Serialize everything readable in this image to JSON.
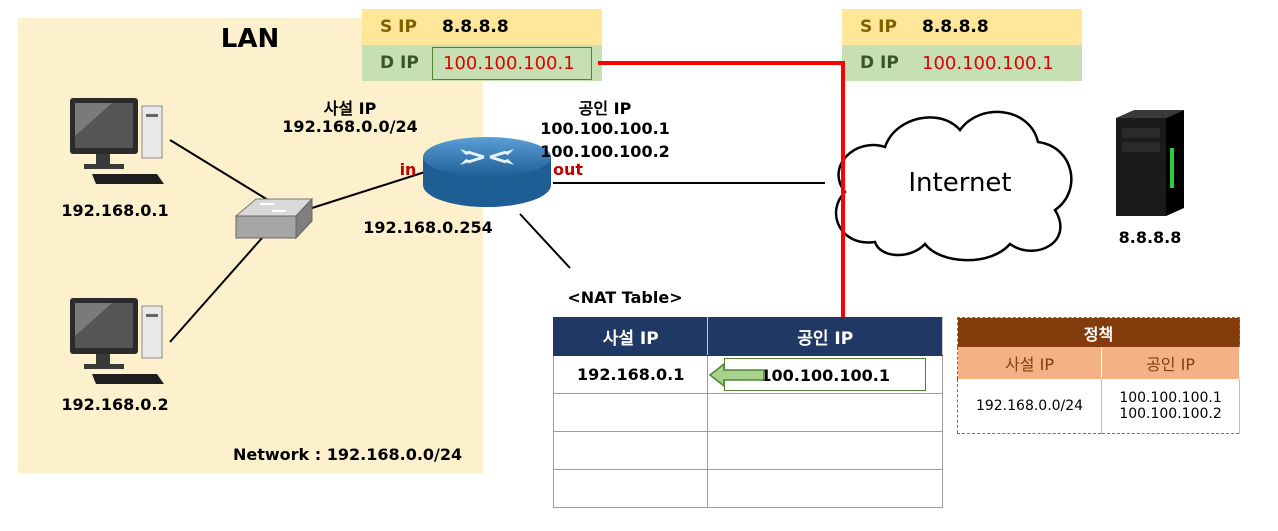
{
  "lan": {
    "title": "LAN",
    "network_label": "Network : 192.168.0.0/24",
    "pc1_ip": "192.168.0.1",
    "pc2_ip": "192.168.0.2"
  },
  "router": {
    "private_label": "사설 IP",
    "private_range": "192.168.0.0/24",
    "public_label": "공인 IP",
    "public_ip1": "100.100.100.1",
    "public_ip2": "100.100.100.2",
    "in_label": "in",
    "out_label": "out",
    "gateway_ip": "192.168.0.254"
  },
  "packet_left": {
    "s_key": "S IP",
    "s_val": "8.8.8.8",
    "d_key": "D IP",
    "d_val": "100.100.100.1"
  },
  "packet_right": {
    "s_key": "S IP",
    "s_val": "8.8.8.8",
    "d_key": "D IP",
    "d_val": "100.100.100.1"
  },
  "internet": {
    "label": "Internet"
  },
  "server": {
    "ip": "8.8.8.8"
  },
  "nat_table": {
    "caption": "<NAT Table>",
    "headers": [
      "사설 IP",
      "공인 IP"
    ],
    "rows": [
      [
        "192.168.0.1",
        "100.100.100.1"
      ],
      [
        "",
        ""
      ],
      [
        "",
        ""
      ],
      [
        "",
        ""
      ]
    ]
  },
  "policy": {
    "title": "정책",
    "headers": [
      "사설 IP",
      "공인 IP"
    ],
    "private": "192.168.0.0/24",
    "public1": "100.100.100.1",
    "public2": "100.100.100.2"
  },
  "colors": {
    "lan_zone": "#fdf0cc",
    "arrow": "#ff0000",
    "nat_header": "#203864",
    "policy_title": "#843c0c",
    "policy_header": "#f4b183"
  }
}
